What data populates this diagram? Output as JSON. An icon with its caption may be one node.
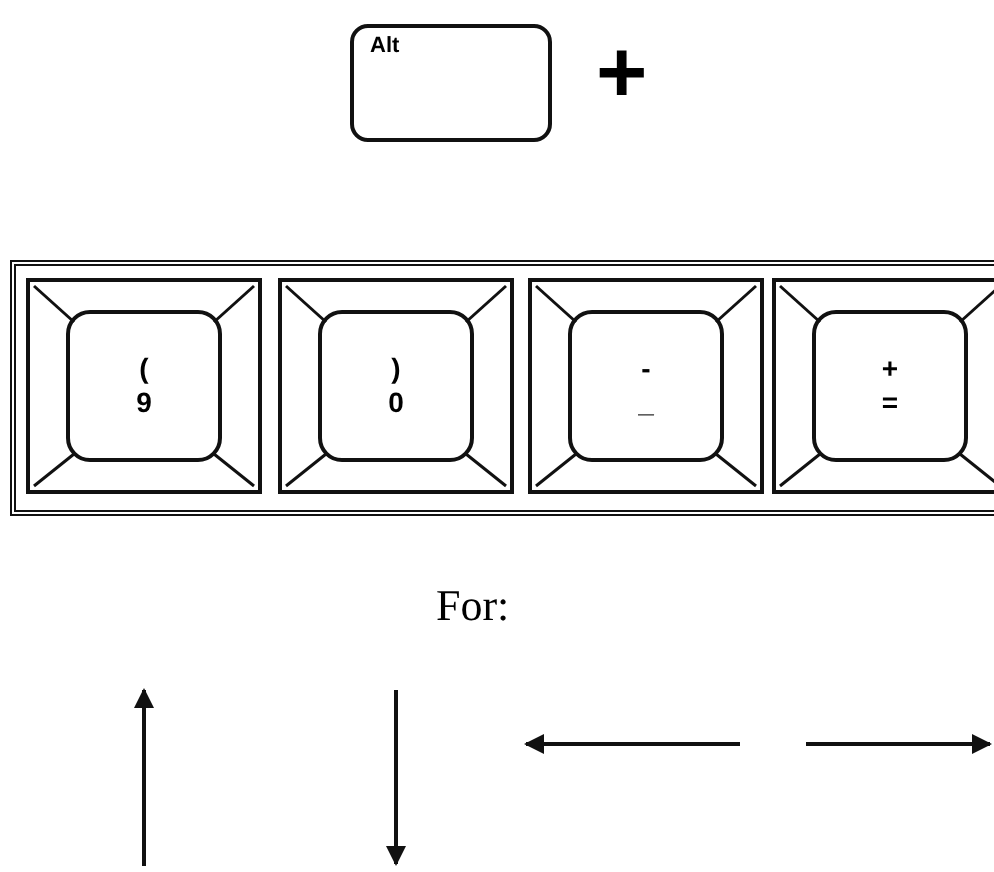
{
  "diagram": {
    "nodes": [
      {
        "text": [
          "Alt"
        ]
      },
      {
        "text": [
          "(",
          "9"
        ]
      },
      {
        "text": [
          ")",
          "0"
        ]
      },
      {
        "text": [
          "-",
          "_"
        ]
      },
      {
        "text": [
          "+",
          "="
        ]
      }
    ],
    "labels": [
      "+",
      "For:"
    ]
  }
}
